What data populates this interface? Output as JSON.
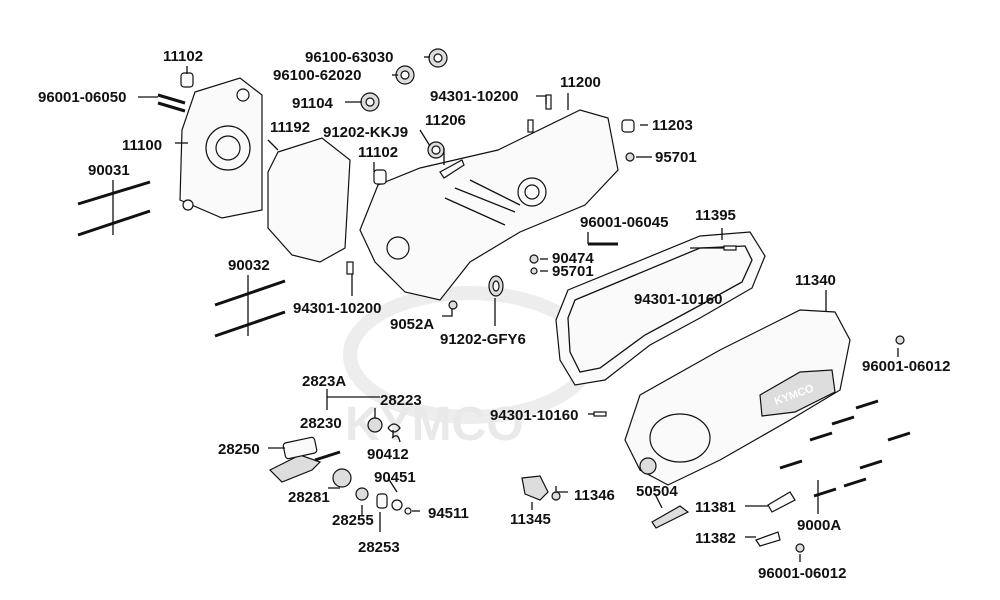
{
  "watermark": "KYMCO",
  "cover_logo": "KYMCO",
  "labels": {
    "l11102a": "11102",
    "l96001_06050": "96001-06050",
    "l11100": "11100",
    "l90031": "90031",
    "l96100_63030": "96100-63030",
    "l96100_62020": "96100-62020",
    "l91104": "91104",
    "l94301_10200a": "94301-10200",
    "l11200": "11200",
    "l11192": "11192",
    "l91202_KKJ9": "91202-KKJ9",
    "l11206": "11206",
    "l11203": "11203",
    "l95701a": "95701",
    "l11102b": "11102",
    "l96001_06045": "96001-06045",
    "l11395": "11395",
    "l90474": "90474",
    "l95701b": "95701",
    "l90032": "90032",
    "l11340": "11340",
    "l94301_10160a": "94301-10160",
    "l94301_10200b": "94301-10200",
    "l9052A": "9052A",
    "l91202_GFY6": "91202-GFY6",
    "l96001_06012a": "96001-06012",
    "l2823A": "2823A",
    "l28223": "28223",
    "l28230": "28230",
    "l94301_10160b": "94301-10160",
    "l90412": "90412",
    "l28250": "28250",
    "l90451": "90451",
    "l28281": "28281",
    "l50504": "50504",
    "l11346": "11346",
    "l28255": "28255",
    "l94511": "94511",
    "l11345": "11345",
    "l11381": "11381",
    "l9000A": "9000A",
    "l28253": "28253",
    "l11382": "11382",
    "l96001_06012b": "96001-06012"
  }
}
